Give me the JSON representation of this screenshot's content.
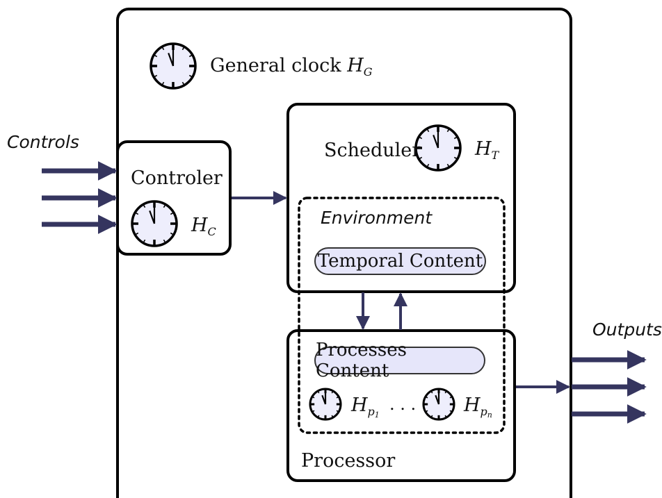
{
  "labels": {
    "controls": "Controls",
    "outputs": "Outputs",
    "general_clock": "General clock",
    "controler": "Controler",
    "scheduler": "Scheduler",
    "environment": "Environment",
    "processor": "Processor",
    "temporal_content": "Temporal Content",
    "processes_content": "Processes Content"
  },
  "clock_symbols": {
    "general": {
      "main": "H",
      "sub": "G"
    },
    "controler": {
      "main": "H",
      "sub": "C"
    },
    "scheduler": {
      "main": "H",
      "sub": "T"
    },
    "process_1": {
      "main": "H",
      "sub": "p",
      "subsub": "1"
    },
    "process_n": {
      "main": "H",
      "sub": "p",
      "subsub": "n"
    },
    "ellipsis": ". . ."
  },
  "colors": {
    "arrow": "#35355f",
    "pill_fill": "#e6e6fa",
    "clock_face": "#eeeefc",
    "box_stroke": "#000000"
  }
}
